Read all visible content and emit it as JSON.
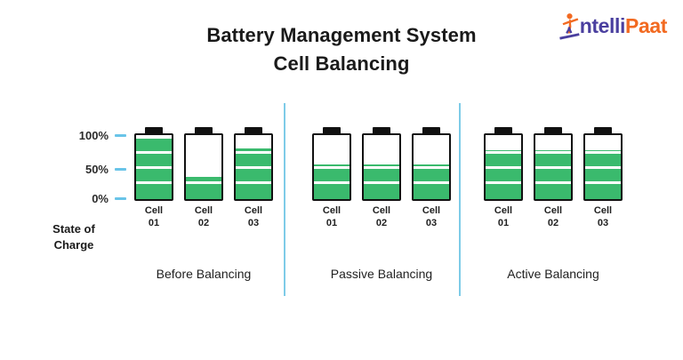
{
  "logo": {
    "icon": "intellipaat-person-icon",
    "text_primary": "ntelli",
    "text_secondary": "Paat",
    "color_primary": "#4a3f9f",
    "color_secondary": "#f26a21"
  },
  "title": {
    "line1": "Battery Management System",
    "line2": "Cell Balancing"
  },
  "axis": {
    "ticks": [
      "100%",
      "50%",
      "0%"
    ],
    "caption_line1": "State of",
    "caption_line2": "Charge",
    "tick_color": "#69c4e8"
  },
  "dividers": {
    "color": "#7ecbe8",
    "count": 2
  },
  "colors": {
    "fill_green": "#3aba6d",
    "outline": "#111111",
    "background": "#ffffff",
    "text": "#1f1f1f"
  },
  "chart_data": {
    "type": "bar",
    "title": "Battery Management System Cell Balancing",
    "ylabel": "State of Charge",
    "ytick_labels": [
      "0%",
      "50%",
      "100%"
    ],
    "ylim": [
      0,
      100
    ],
    "grid": false,
    "legend": "none",
    "categories": [
      "Cell 01",
      "Cell 02",
      "Cell 03"
    ],
    "groups": [
      {
        "name": "Before Balancing",
        "values": [
          100,
          35,
          80
        ]
      },
      {
        "name": "Passive Balancing",
        "values": [
          55,
          55,
          55
        ]
      },
      {
        "name": "Active Balancing",
        "values": [
          78,
          78,
          78
        ]
      }
    ]
  },
  "groups": [
    {
      "caption": "Before Balancing",
      "cells": [
        {
          "name": "Cell",
          "number": "01",
          "charge": 100
        },
        {
          "name": "Cell",
          "number": "02",
          "charge": 35
        },
        {
          "name": "Cell",
          "number": "03",
          "charge": 80
        }
      ]
    },
    {
      "caption": "Passive Balancing",
      "cells": [
        {
          "name": "Cell",
          "number": "01",
          "charge": 55
        },
        {
          "name": "Cell",
          "number": "02",
          "charge": 55
        },
        {
          "name": "Cell",
          "number": "03",
          "charge": 55
        }
      ]
    },
    {
      "caption": "Active Balancing",
      "cells": [
        {
          "name": "Cell",
          "number": "01",
          "charge": 78
        },
        {
          "name": "Cell",
          "number": "02",
          "charge": 78
        },
        {
          "name": "Cell",
          "number": "03",
          "charge": 78
        }
      ]
    }
  ]
}
